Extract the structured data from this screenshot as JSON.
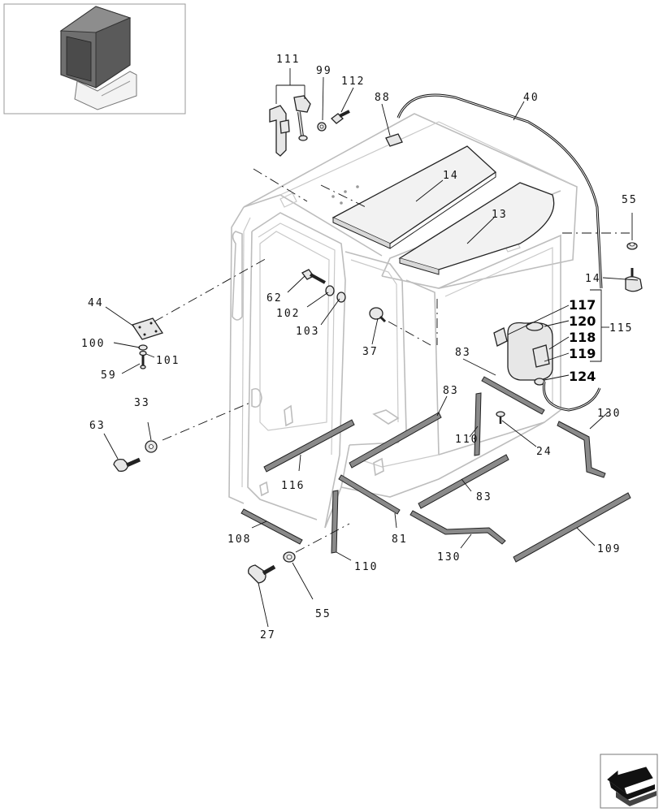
{
  "diagram": {
    "labels": {
      "l111": "111",
      "l99": "99",
      "l112": "112",
      "l88": "88",
      "l40": "40",
      "l14a": "14",
      "l13": "13",
      "l55a": "55",
      "l14b": "14",
      "l117": "117",
      "l120": "120",
      "l118": "118",
      "l119": "119",
      "l124": "124",
      "l115": "115",
      "l44": "44",
      "l100": "100",
      "l101": "101",
      "l59": "59",
      "l62": "62",
      "l102": "102",
      "l103": "103",
      "l37": "37",
      "l33": "33",
      "l63": "63",
      "l83a": "83",
      "l83b": "83",
      "l110a": "110",
      "l24": "24",
      "l130a": "130",
      "l116": "116",
      "l83c": "83",
      "l81": "81",
      "l108": "108",
      "l110b": "110",
      "l130b": "130",
      "l109": "109",
      "l55b": "55",
      "l27": "27"
    }
  },
  "colors": {
    "cab_outline": "#bdbdbd",
    "part_outline": "#222222",
    "strip_fill": "#8a8a8a",
    "panel_fill": "#efefef"
  },
  "icons": {
    "thumbnail": "cab-thumbnail-icon",
    "navigation": "nav-arrow-icon"
  }
}
